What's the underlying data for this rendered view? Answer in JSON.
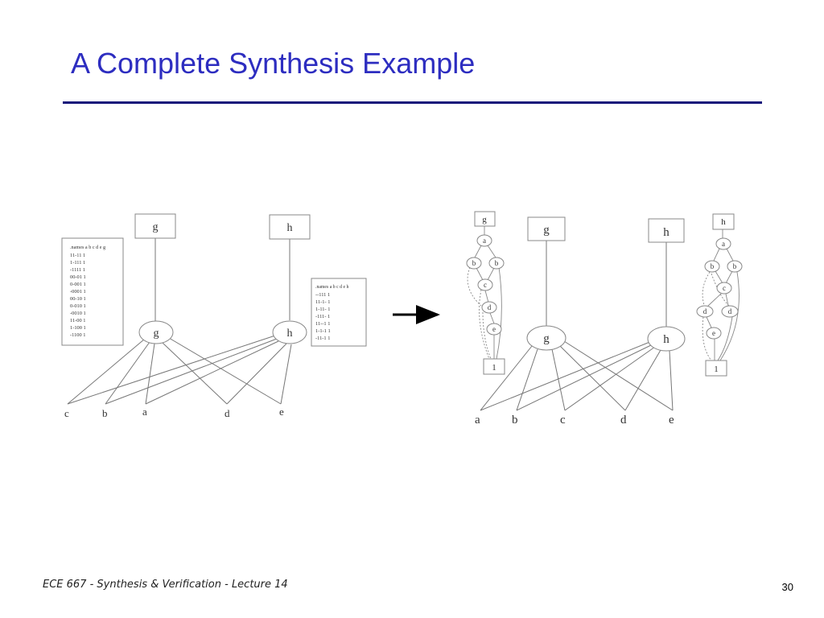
{
  "slide": {
    "title": "A Complete Synthesis Example",
    "footer": "ECE 667 - Synthesis & Verification - Lecture 14",
    "page_number": "30"
  },
  "left_network": {
    "output_boxes": {
      "g": "g",
      "h": "h"
    },
    "nodes": {
      "g": "g",
      "h": "h"
    },
    "inputs": [
      "c",
      "b",
      "a",
      "d",
      "e"
    ],
    "table_g": [
      ".names a b c d e g",
      "11-11 1",
      "1-111 1",
      "-1111 1",
      "00-01 1",
      "0-001 1",
      "-0001 1",
      "00-10 1",
      "0-010 1",
      "-0010 1",
      "11-00 1",
      "1-100 1",
      "-1100 1"
    ],
    "table_h": [
      ".names a b c d e h",
      "--111 1",
      "11-1- 1",
      "1-11- 1",
      "-111- 1",
      "11--1 1",
      "1-1-1 1",
      "-11-1 1"
    ]
  },
  "right_network": {
    "output_boxes": {
      "g": "g",
      "h": "h"
    },
    "nodes": {
      "g": "g",
      "h": "h"
    },
    "inputs": [
      "a",
      "b",
      "c",
      "d",
      "e"
    ],
    "bdd_g": {
      "root": "g",
      "nodes": [
        "a",
        "b",
        "b",
        "c",
        "d",
        "e"
      ],
      "terminal": "1"
    },
    "bdd_h": {
      "root": "h",
      "nodes": [
        "a",
        "b",
        "b",
        "c",
        "d",
        "d",
        "e"
      ],
      "terminal": "1"
    }
  }
}
